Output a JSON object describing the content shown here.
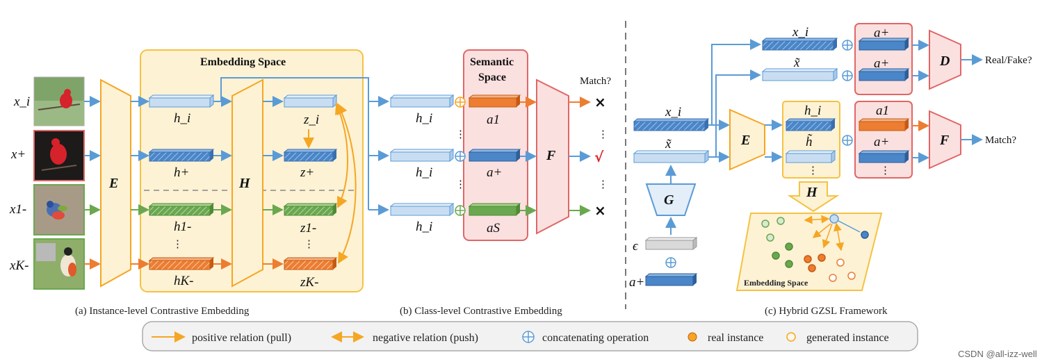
{
  "panel_a": {
    "title": "Embedding Space",
    "caption": "(a) Instance-level Contrastive Embedding",
    "inputs": [
      "x_i",
      "x+",
      "x1-",
      "xK-"
    ],
    "encoder": "E",
    "head": "H",
    "h_labels": [
      "h_i",
      "h+",
      "h1-",
      "⋮",
      "hK-"
    ],
    "z_labels": [
      "z_i",
      "z+",
      "z1-",
      "⋮",
      "zK-"
    ]
  },
  "panel_b": {
    "title_line1": "Semantic",
    "title_line2": "Space",
    "caption": "(b) Class-level Contrastive Embedding",
    "h_labels": [
      "h_i",
      "h_i",
      "h_i"
    ],
    "attr_labels": [
      "a1",
      "a+",
      "aS"
    ],
    "dots": "⋮",
    "classifier": "F",
    "match_label": "Match?",
    "results": [
      "×",
      "√",
      "×"
    ]
  },
  "panel_c": {
    "caption": "(c) Hybrid GZSL Framework",
    "x_labels": [
      "x_i",
      "x̃"
    ],
    "generator": "G",
    "noise": "ϵ",
    "attr_in": "a+",
    "encoder": "E",
    "h_labels": [
      "h_i",
      "h̃",
      "⋮"
    ],
    "attr_labels": [
      "a1",
      "a+",
      "⋮"
    ],
    "top_x": [
      "x_i",
      "x̃"
    ],
    "top_a": [
      "a+",
      "a+"
    ],
    "discriminator": "D",
    "disc_out": "Real/Fake?",
    "classifier": "F",
    "cls_out": "Match?",
    "head": "H",
    "space_label": "Embedding Space"
  },
  "legend": {
    "positive": "positive relation (pull)",
    "negative": "negative relation (push)",
    "concat": "concatenating operation",
    "real": "real instance",
    "generated": "generated instance"
  },
  "watermark": "CSDN @all-izz-well",
  "colors": {
    "orange_line": "#f5a623",
    "blue_line": "#5b9bd5",
    "green": "#6aa84f",
    "orange_feat": "#ed7d31",
    "blue_feat": "#4a86c8",
    "light_blue": "#c9ddf2",
    "space_fill": "#fdf2d4",
    "semantic_fill": "#fbe0e0",
    "semantic_border": "#e06666"
  }
}
